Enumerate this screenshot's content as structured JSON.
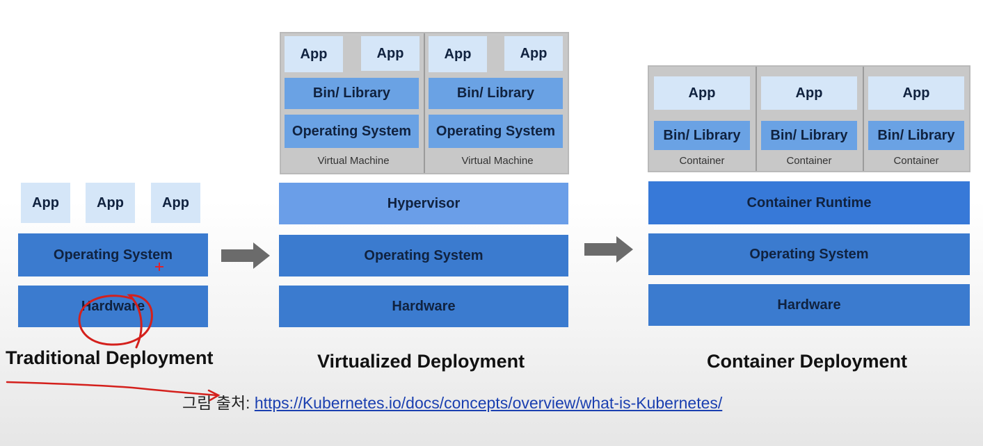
{
  "traditional": {
    "title": "Traditional Deployment",
    "apps": [
      "App",
      "App",
      "App"
    ],
    "os": "Operating System",
    "hardware": "Hardware"
  },
  "virtualized": {
    "title": "Virtualized Deployment",
    "vms": [
      {
        "apps": [
          "App",
          "App"
        ],
        "library": "Bin/ Library",
        "os": "Operating System",
        "caption": "Virtual Machine"
      },
      {
        "apps": [
          "App",
          "App"
        ],
        "library": "Bin/ Library",
        "os": "Operating System",
        "caption": "Virtual Machine"
      }
    ],
    "hypervisor": "Hypervisor",
    "os": "Operating System",
    "hardware": "Hardware"
  },
  "container": {
    "title": "Container Deployment",
    "containers": [
      {
        "app": "App",
        "library": "Bin/ Library",
        "caption": "Container"
      },
      {
        "app": "App",
        "library": "Bin/ Library",
        "caption": "Container"
      },
      {
        "app": "App",
        "library": "Bin/ Library",
        "caption": "Container"
      }
    ],
    "runtime": "Container Runtime",
    "os": "Operating System",
    "hardware": "Hardware"
  },
  "source": {
    "prefix": "그림 출처:",
    "url": "https://Kubernetes.io/docs/concepts/overview/what-is-Kubernetes/"
  },
  "colors": {
    "app_light": "#d5e6f8",
    "library": "#6aa2e4",
    "layer": "#3b7bcf",
    "hypervisor": "#6a9ee8",
    "runtime": "#3779d8",
    "vm_frame": "#c8c8c8",
    "arrow": "#6b6b6b",
    "annotation": "#d4201c",
    "link": "#1a3fb0"
  }
}
